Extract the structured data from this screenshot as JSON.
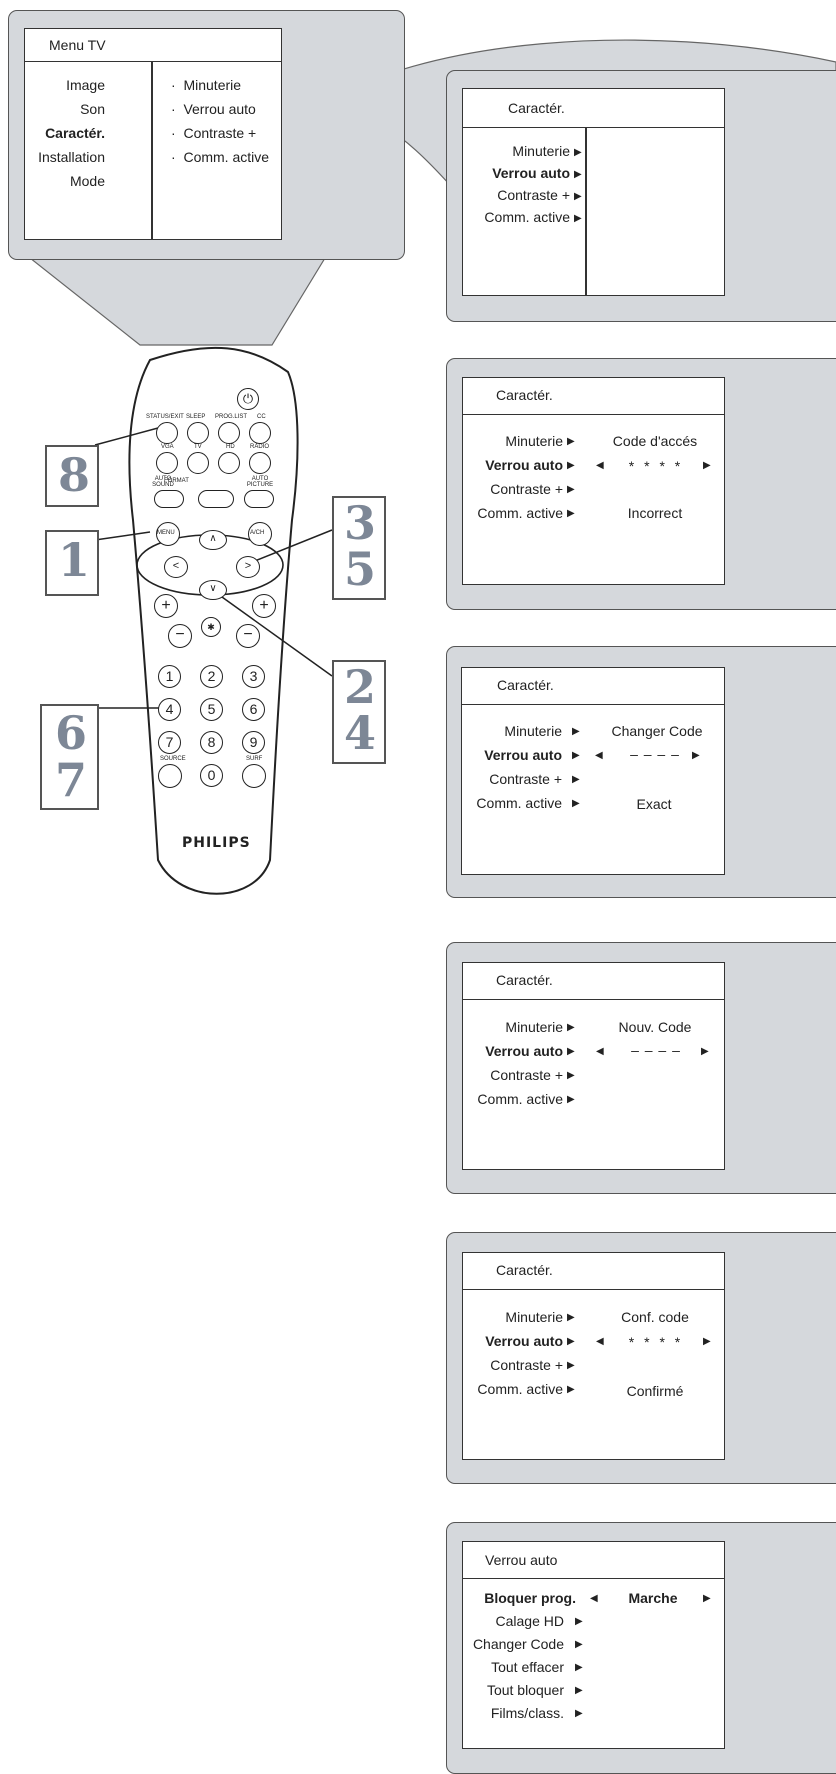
{
  "tv_menu": {
    "title": "Menu TV",
    "left_items": [
      "Image",
      "Son",
      "Caractér.",
      "Installation",
      "Mode"
    ],
    "right_items": [
      "Minuterie",
      "Verrou auto",
      "Contraste +",
      "Comm. active"
    ]
  },
  "remote": {
    "brand": "PHILIPS",
    "button_labels": {
      "status_exit": "STATUS/EXIT",
      "sleep": "SLEEP",
      "proglist": "PROG.LIST",
      "cc": "CC",
      "vga": "VGA",
      "tv": "TV",
      "hd": "HD",
      "radio": "RADIO",
      "auto_sound": "AUTO SOUND",
      "format": "FORMAT",
      "auto_picture": "AUTO PICTURE",
      "menu": "MENU",
      "ach": "A/CH",
      "source": "SOURCE",
      "surf": "SURF"
    },
    "digits": [
      "1",
      "2",
      "3",
      "4",
      "5",
      "6",
      "7",
      "8",
      "9",
      "0"
    ]
  },
  "step_numbers": {
    "left_top": "8",
    "left_mid": "1",
    "left_bottom": [
      "6",
      "7"
    ],
    "right_top": [
      "3",
      "5"
    ],
    "right_bottom": [
      "2",
      "4"
    ]
  },
  "screens": [
    {
      "title": "Caractér.",
      "items": [
        "Minuterie",
        "Verrou auto",
        "Contraste +",
        "Comm. active"
      ],
      "selected": 1
    },
    {
      "title": "Caractér.",
      "items": [
        "Minuterie",
        "Verrou auto",
        "Contraste +",
        "Comm. active"
      ],
      "selected": 1,
      "top": "Code d'accés",
      "value": "* * * *",
      "bottom": "Incorrect"
    },
    {
      "title": "Caractér.",
      "items": [
        "Minuterie",
        "Verrou auto",
        "Contraste +",
        "Comm. active"
      ],
      "selected": 1,
      "top": "Changer Code",
      "value": "– – – –",
      "bottom": "Exact"
    },
    {
      "title": "Caractér.",
      "items": [
        "Minuterie",
        "Verrou auto",
        "Contraste +",
        "Comm. active"
      ],
      "selected": 1,
      "top": "Nouv. Code",
      "value": "– – – –",
      "bottom": ""
    },
    {
      "title": "Caractér.",
      "items": [
        "Minuterie",
        "Verrou auto",
        "Contraste +",
        "Comm. active"
      ],
      "selected": 1,
      "top": "Conf. code",
      "value": "* * * *",
      "bottom": "Confirmé"
    },
    {
      "title": "Verrou auto",
      "items": [
        "Bloquer prog.",
        "Calage HD",
        "Changer Code",
        "Tout effacer",
        "Tout bloquer",
        "Films/class."
      ],
      "selected": 0,
      "value": "Marche"
    }
  ],
  "colors": {
    "panel": "#d5d8dc",
    "step_number": "#7d8796"
  }
}
